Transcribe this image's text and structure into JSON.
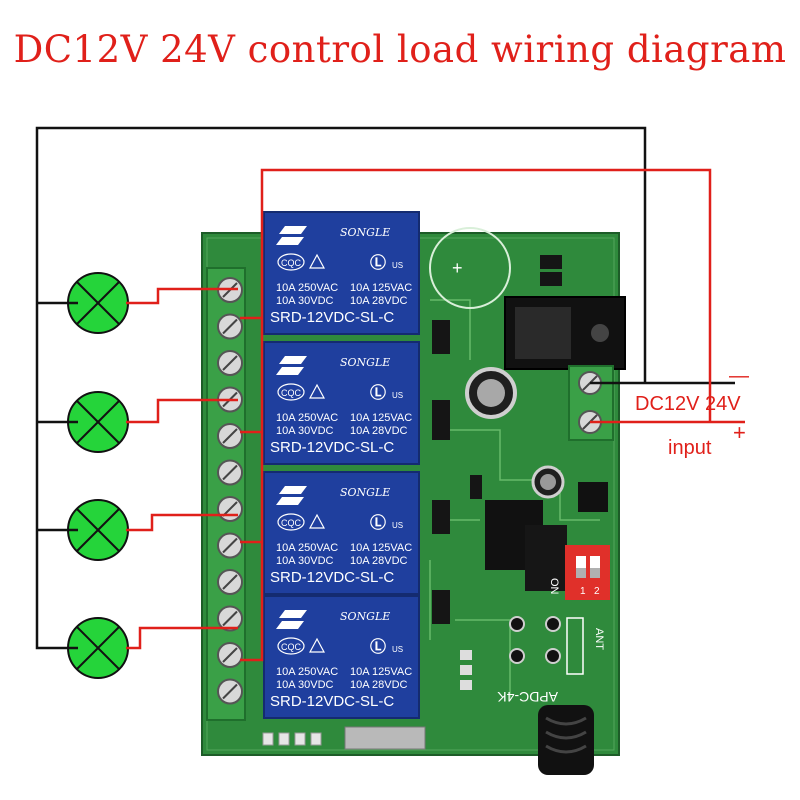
{
  "title": "DC12V 24V control load wiring diagram",
  "relays": [
    {
      "brand": "SONGLE",
      "rating_left_1": "10A 250VAC",
      "rating_right_1": "10A 125VAC",
      "rating_left_2": "10A 30VDC",
      "rating_right_2": "10A 28VDC",
      "model": "SRD-12VDC-SL-C",
      "cqc": "CQC",
      "ul": "US"
    },
    {
      "brand": "SONGLE",
      "rating_left_1": "10A 250VAC",
      "rating_right_1": "10A 125VAC",
      "rating_left_2": "10A 30VDC",
      "rating_right_2": "10A 28VDC",
      "model": "SRD-12VDC-SL-C",
      "cqc": "CQC",
      "ul": "US"
    },
    {
      "brand": "SONGLE",
      "rating_left_1": "10A 250VAC",
      "rating_right_1": "10A 125VAC",
      "rating_left_2": "10A 30VDC",
      "rating_right_2": "10A 28VDC",
      "model": "SRD-12VDC-SL-C",
      "cqc": "CQC",
      "ul": "US"
    },
    {
      "brand": "SONGLE",
      "rating_left_1": "10A 250VAC",
      "rating_right_1": "10A 125VAC",
      "rating_left_2": "10A 30VDC",
      "rating_right_2": "10A 28VDC",
      "model": "SRD-12VDC-SL-C",
      "cqc": "CQC",
      "ul": "US"
    }
  ],
  "power_input": {
    "voltage_label": "DC12V 24V",
    "minus": "—",
    "plus": "+",
    "input_label": "input"
  },
  "board": {
    "model_label": "APDC-4K",
    "ant_label": "ANT",
    "dip_on": "ON",
    "dip_1": "1",
    "dip_2": "2"
  },
  "colors": {
    "title": "#e0201a",
    "wire_red": "#e0201a",
    "wire_black": "#111111",
    "pcb": "#2f8a3c",
    "relay": "#1f3f9e",
    "lamp": "#25d43a",
    "terminal": "#3aa047"
  },
  "icons": [
    "lamp-icon",
    "terminal-screw-icon",
    "dc-jack-icon",
    "capacitor-icon",
    "antenna-icon",
    "dip-switch-icon"
  ]
}
